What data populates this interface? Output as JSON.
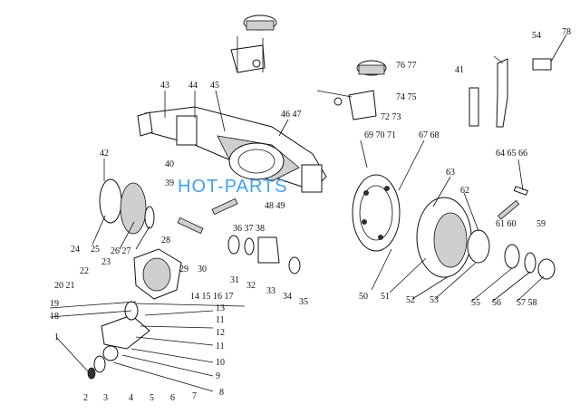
{
  "watermark": "HOT-PARTS",
  "callouts": {
    "c1": "1",
    "c2": "2",
    "c3": "3",
    "c4": "4",
    "c5": "5",
    "c6": "6",
    "c7": "7",
    "c8": "8",
    "c9": "9",
    "c10": "10",
    "c11a": "11",
    "c11b": "11",
    "c12": "12",
    "c13": "13",
    "c14_17": "14  15  16  17",
    "c18": "18",
    "c19": "19",
    "c20_21": "20  21",
    "c22": "22",
    "c23": "23",
    "c24": "24",
    "c25": "25",
    "c26_27": "26  27",
    "c28": "28",
    "c29": "29",
    "c30": "30",
    "c31": "31",
    "c32": "32",
    "c33": "33",
    "c34": "34",
    "c35": "35",
    "c36_37": "36  37  38",
    "c39": "39",
    "c40": "40",
    "c41": "41",
    "c42": "42",
    "c43": "43",
    "c44": "44",
    "c45": "45",
    "c46_47": "46  47",
    "c48_49": "48  49",
    "c50": "50",
    "c51": "51",
    "c52": "52",
    "c53": "53",
    "c54": "54",
    "c55": "55",
    "c56": "56",
    "c57_58": "57  58",
    "c59": "59",
    "c60_61": "61  60",
    "c62": "62",
    "c63": "63",
    "c64_66": "64  65  66",
    "c67_68": "67  68",
    "c69_71": "69  70  71",
    "c72_73": "72  73",
    "c74_75": "74  75",
    "c76_77": "76  77",
    "c78": "78"
  }
}
